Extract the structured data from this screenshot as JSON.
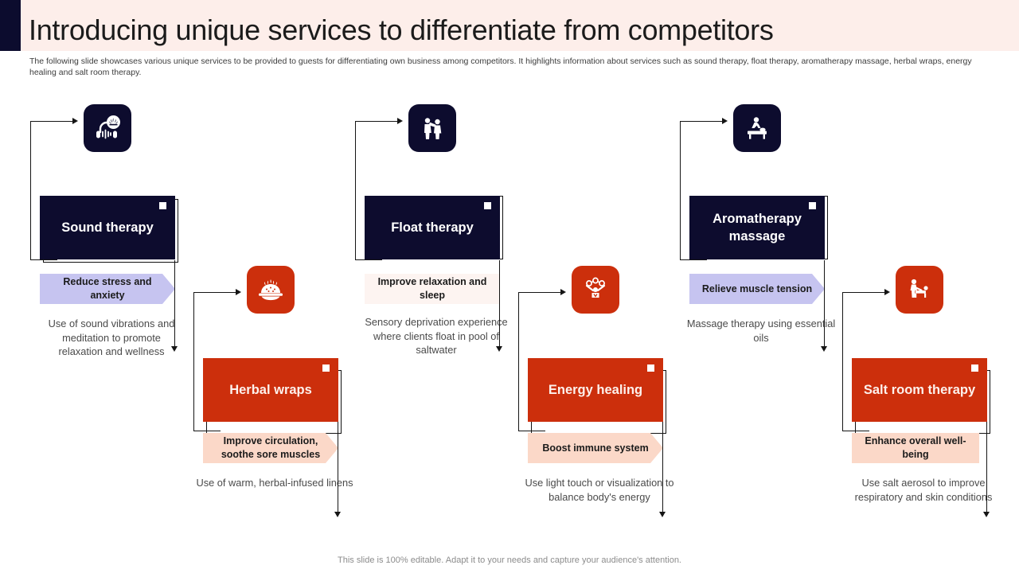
{
  "header": {
    "title": "Introducing unique services to differentiate from competitors",
    "subtitle": "The following slide showcases various unique services to be provided to guests for differentiating own business among competitors. It highlights information about services such as sound therapy, float therapy, aromatherapy massage, herbal wraps, energy healing and salt room therapy.",
    "accent_color": "#0c0c2e",
    "background_color": "#fdeeea"
  },
  "footer": {
    "note": "This slide is 100% editable. Adapt it to your needs and capture your audience's attention."
  },
  "palette": {
    "navy": "#0d0c2e",
    "rust": "#cc2f0c",
    "lavender_tag": "#c6c4f0",
    "peach_tag": "#fbd8c8",
    "pale_tag": "#fdf4f1"
  },
  "services": [
    {
      "id": "sound-therapy",
      "title": "Sound therapy",
      "benefit": "Reduce stress and anxiety",
      "description": "Use of sound vibrations and meditation to promote relaxation and wellness",
      "icon": "headphones-lotus-icon",
      "theme": "navy",
      "tag_theme": "lav",
      "tag_shape": "chevron"
    },
    {
      "id": "herbal-wraps",
      "title": "Herbal wraps",
      "benefit": "Improve circulation, soothe sore muscles",
      "description": "Use of warm, herbal-infused linens",
      "icon": "herbal-bowl-icon",
      "theme": "rust",
      "tag_theme": "peach",
      "tag_shape": "chevron"
    },
    {
      "id": "float-therapy",
      "title": "Float therapy",
      "benefit": "Improve relaxation and sleep",
      "description": "Sensory deprivation experience where clients float in pool of saltwater",
      "icon": "two-people-icon",
      "theme": "navy",
      "tag_theme": "pale",
      "tag_shape": "rectangle"
    },
    {
      "id": "energy-healing",
      "title": "Energy healing",
      "benefit": "Boost immune system",
      "description": "Use light touch or visualization to balance body's energy",
      "icon": "energy-person-icon",
      "theme": "rust",
      "tag_theme": "peach",
      "tag_shape": "chevron"
    },
    {
      "id": "aromatherapy-massage",
      "title": "Aromatherapy massage",
      "benefit": "Relieve muscle tension",
      "description": "Massage therapy using essential oils",
      "icon": "massage-table-icon",
      "theme": "navy",
      "tag_theme": "lav",
      "tag_shape": "chevron"
    },
    {
      "id": "salt-room-therapy",
      "title": "Salt room therapy",
      "benefit": "Enhance overall well-being",
      "description": "Use salt aerosol to improve respiratory and skin conditions",
      "icon": "salt-massage-icon",
      "theme": "rust",
      "tag_theme": "peach",
      "tag_shape": "rectangle"
    }
  ]
}
